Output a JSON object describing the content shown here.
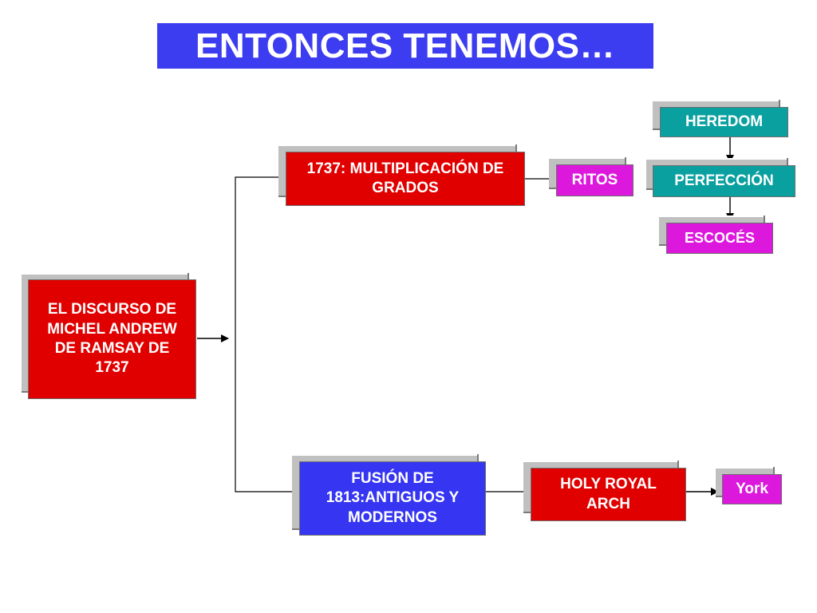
{
  "title": "ENTONCES TENEMOS…",
  "nodes": {
    "root": "EL DISCURSO DE MICHEL ANDREW DE RAMSAY DE 1737",
    "multiplicacion": "1737: MULTIPLICACIÓN DE GRADOS",
    "fusion": "FUSIÓN DE 1813:ANTIGUOS Y MODERNOS",
    "ritos": "RITOS",
    "heredom": "HEREDOM",
    "perfeccion": "PERFECCIÓN",
    "escoces": "ESCOCÉS",
    "holy_royal_arch": "HOLY ROYAL ARCH",
    "york": "York"
  },
  "colors": {
    "title_bg": "#3c3cf0",
    "red": "#e00000",
    "blue": "#3535f2",
    "teal": "#0aa0a0",
    "magenta": "#dd18dd",
    "shadow": "#c0c0c0"
  }
}
